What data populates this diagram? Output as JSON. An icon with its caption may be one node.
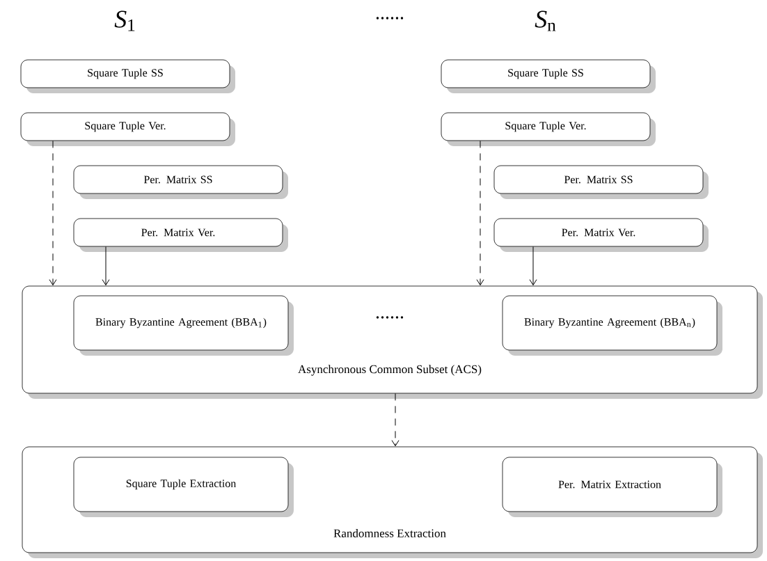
{
  "diagram": {
    "nodes": [
      {
        "text": [
          "Square Tuple SS"
        ]
      },
      {
        "text": [
          "Square Tuple Ver."
        ]
      },
      {
        "text": [
          "Per. Matrix SS"
        ]
      },
      {
        "text": [
          "Per. Matrix Ver."
        ]
      },
      {
        "text": [
          "Square Tuple SS"
        ]
      },
      {
        "text": [
          "Square Tuple Ver."
        ]
      },
      {
        "text": [
          "Per. Matrix SS"
        ]
      },
      {
        "text": [
          "Per. Matrix Ver."
        ]
      },
      {
        "text": [
          "Asynchronous Common Subset (ACS)"
        ]
      },
      {
        "text": [
          "Binary Byzantine Agreement (BBA$_{1}$)"
        ],
        "in": 8
      },
      {
        "text": [
          "Binary Byzantine Agreement (BBA$_{n}$)"
        ],
        "in": 8
      },
      {
        "text": [
          "Randomness Extraction"
        ]
      },
      {
        "text": [
          "Square Tuple Extraction"
        ],
        "in": 11
      },
      {
        "text": [
          "Per. Matrix Extraction"
        ],
        "in": 11
      }
    ],
    "edges": [
      {
        "from": 1,
        "to": 8,
        "arrow": "to",
        "style": "dashed"
      },
      {
        "from": 3,
        "to": 8,
        "arrow": "to"
      },
      {
        "from": 5,
        "to": 8,
        "arrow": "to",
        "style": "dashed"
      },
      {
        "from": 7,
        "to": 8,
        "arrow": "to"
      },
      {
        "from": 8,
        "to": 11,
        "arrow": "to",
        "style": "dashed"
      }
    ],
    "labels": [
      "*S*$_{1}$",
      "......",
      "*S*$_{n}$",
      "......"
    ]
  }
}
